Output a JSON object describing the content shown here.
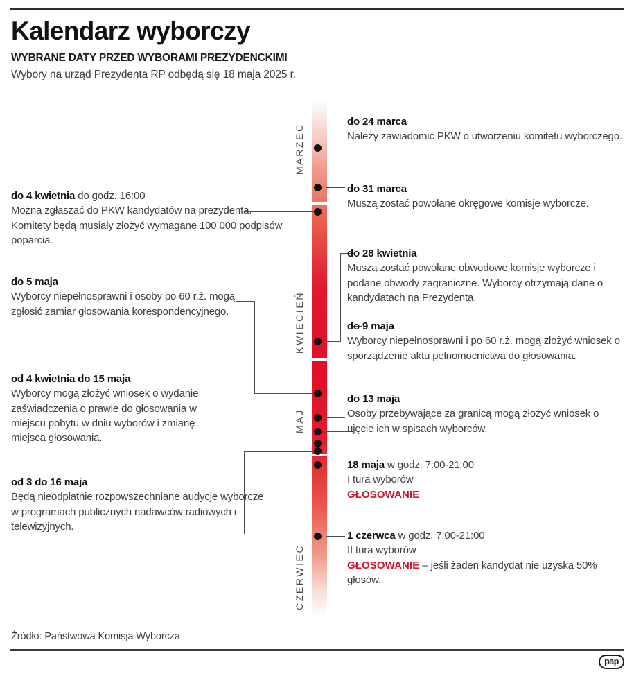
{
  "header": {
    "title": "Kalendarz wyborczy",
    "subtitle": "WYBRANE DATY PRZED WYBORAMI PREZYDENCKIMI",
    "lede": "Wybory na urząd Prezydenta RP odbędą się 18 maja 2025 r."
  },
  "colors": {
    "accent_red": "#e2182f",
    "highlight_red": "#cf1432",
    "ink": "#231f20",
    "body_text": "#3d3d3d"
  },
  "months": [
    {
      "label": "MARZEC"
    },
    {
      "label": "KWIECIEŃ"
    },
    {
      "label": "MAJ"
    },
    {
      "label": "CZERWIEC"
    }
  ],
  "timeline": {
    "entries_right": [
      {
        "date": "do 24 marca",
        "suffix": "",
        "body": "Należy zawiadomić PKW o utworzeniu komitetu wyborczego."
      },
      {
        "date": "do 31 marca",
        "suffix": "",
        "body": "Muszą zostać powołane okręgowe komisje wyborcze."
      },
      {
        "date": "do 28 kwietnia",
        "suffix": "",
        "body": "Muszą zostać powołane obwodowe komisje wyborcze i podane obwody zagraniczne. Wyborcy otrzymają dane o kandydatach na Prezydenta."
      },
      {
        "date": "do 9 maja",
        "suffix": "",
        "body": "Wyborcy niepełnosprawni i po 60 r.ż. mogą złożyć wniosek o sporządzenie aktu pełnomocnictwa do głosowania."
      },
      {
        "date": "do 13 maja",
        "suffix": "",
        "body": "Osoby przebywające za granicą mogą złożyć wniosek o ujęcie ich w spisach wyborców."
      },
      {
        "date": "18 maja",
        "suffix": " w godz. 7:00-21:00",
        "line2": "I tura wyborów",
        "highlight": "GŁOSOWANIE",
        "after_highlight": ""
      },
      {
        "date": "1 czerwca",
        "suffix": " w godz. 7:00-21:00",
        "line2": "II tura wyborów",
        "highlight": "GŁOSOWANIE",
        "after_highlight": " – jeśli żaden kandydat nie uzyska 50% głosów."
      }
    ],
    "entries_left": [
      {
        "date": "do 4 kwietnia",
        "suffix": " do godz. 16:00",
        "body": "Można zgłaszać do PKW kandydatów na prezydenta. Komitety będą musiały złożyć wymagane 100 000 podpisów poparcia."
      },
      {
        "date": "do 5 maja",
        "suffix": "",
        "body": "Wyborcy niepełnosprawni i osoby po 60 r.ż. mogą zgłosić zamiar głosowania korespondencyjnego."
      },
      {
        "date": "od 4 kwietnia do 15 maja",
        "suffix": "",
        "body": "Wyborcy mogą złożyć wniosek o wydanie zaświadczenia o prawie do głosowania w miejscu pobytu w dniu wyborów i zmianę miejsca głosowania."
      },
      {
        "date": "od 3 do 16 maja",
        "suffix": "",
        "body": "Będą nieodpłatnie rozpowszechniane audycje wyborcze w programach publicznych nadawców radiowych i telewizyjnych."
      }
    ]
  },
  "footer": {
    "source": "Źródło: Państwowa Komisja Wyborcza",
    "logo": "pap"
  }
}
